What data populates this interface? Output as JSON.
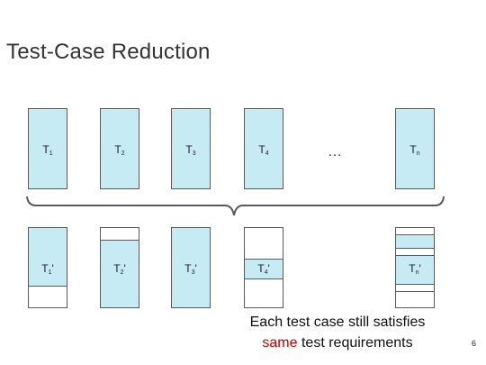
{
  "slide": {
    "title": "Test-Case Reduction",
    "ellipsis": "…",
    "caption_line1": "Each test case still satisfies",
    "caption_accent": "same",
    "caption_rest": " test requirements",
    "page_number": "6"
  },
  "colors": {
    "box_fill": "#c6ebf5",
    "box_border": "#5a5a5a",
    "accent": "#c00000"
  },
  "original_tests": [
    {
      "letter": "T",
      "sub": "1"
    },
    {
      "letter": "T",
      "sub": "2"
    },
    {
      "letter": "T",
      "sub": "3"
    },
    {
      "letter": "T",
      "sub": "4"
    },
    {
      "letter": "T",
      "sub": "n"
    }
  ],
  "reduced_tests": [
    {
      "letter": "T",
      "sub": "1",
      "prime": "'"
    },
    {
      "letter": "T",
      "sub": "2",
      "prime": "'"
    },
    {
      "letter": "T",
      "sub": "3",
      "prime": "'"
    },
    {
      "letter": "T",
      "sub": "4",
      "prime": "'"
    },
    {
      "letter": "T",
      "sub": "n",
      "prime": "'"
    }
  ]
}
